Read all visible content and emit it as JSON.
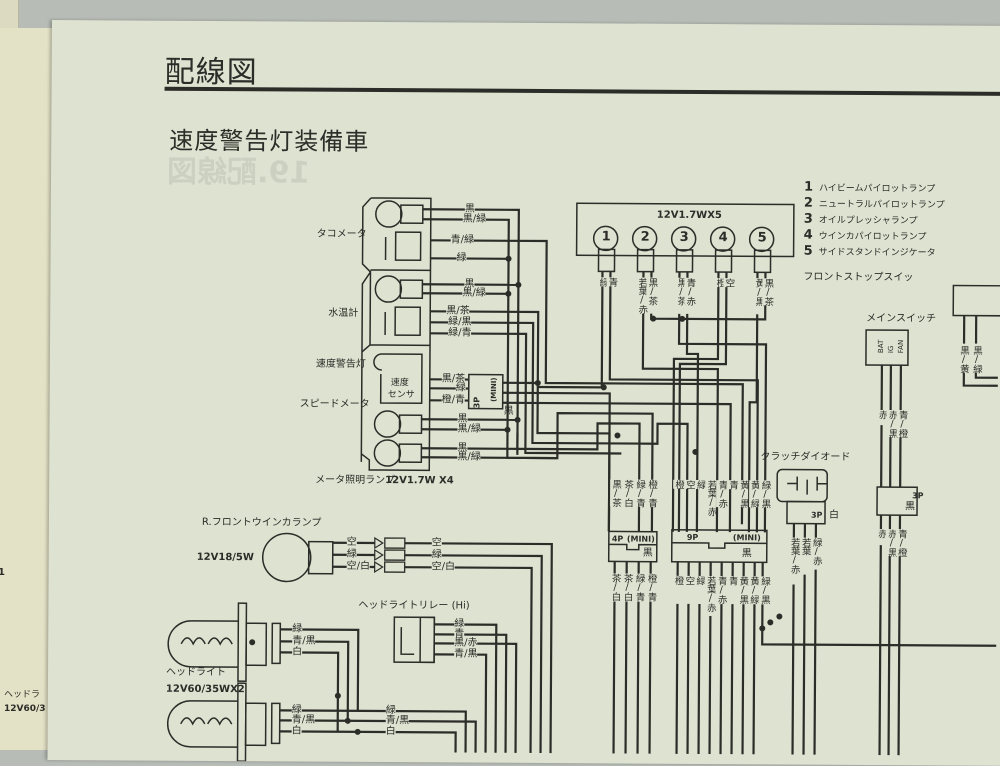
{
  "header": {
    "title": "配線図",
    "subtitle": "速度警告灯装備車",
    "ghost_text": "19.配線図"
  },
  "left_page": {
    "headlight": "ヘッドラ",
    "spec": "12V60/3",
    "fragment": "1"
  },
  "meter_cluster": {
    "tacho": "タコメータ",
    "water_temp": "水温計",
    "speed_warning": "速度警告灯",
    "speedometer": "スピードメータ",
    "sensor_line1": "速度",
    "sensor_line2": "センサ",
    "lamps": "メータ照明ランプ",
    "lamp_spec": "12V1.7W X4",
    "connector_pins": "3P",
    "connector_type": "(MINI)",
    "connector_color": "黒",
    "wires": [
      "黒",
      "黒/緑",
      "青/緑",
      "緑",
      "黒",
      "黒/緑",
      "黒/茶",
      "緑/黒",
      "緑/青",
      "黒/茶",
      "緑",
      "橙/青",
      "黒",
      "黒/緑",
      "黒",
      "黒/緑"
    ]
  },
  "indicators": {
    "spec": "12V1.7WX5",
    "numbers": [
      "1",
      "2",
      "3",
      "4",
      "5"
    ],
    "legend": [
      {
        "num": "1",
        "label": "ハイビームパイロットランプ"
      },
      {
        "num": "2",
        "label": "ニュートラルパイロットランプ"
      },
      {
        "num": "3",
        "label": "オイルプレッシャランプ"
      },
      {
        "num": "4",
        "label": "ウインカパイロットランプ"
      },
      {
        "num": "5",
        "label": "サイドスタンドインジケータ"
      }
    ],
    "wires": [
      "緑",
      "青",
      "若葉/赤",
      "黒/茶",
      "黒/茶",
      "青/赤",
      "橙",
      "空",
      "黄/黒",
      "黒/茶"
    ]
  },
  "front_stop_switch": {
    "label": "フロントストップスイッ",
    "wires": [
      "黒/黄",
      "黒/緑"
    ]
  },
  "main_switch": {
    "label": "メインスイッチ",
    "terminals": [
      "BAT",
      "IG",
      "FAN"
    ],
    "wires_top": [
      "赤",
      "赤/黒",
      "青/橙"
    ],
    "connector_pins": "3P",
    "connector_color": "黒",
    "wires_bottom": [
      "赤",
      "赤/黒",
      "青/橙"
    ]
  },
  "clutch_diode": {
    "label": "クラッチダイオード",
    "connector_pins": "3P",
    "connector_color": "白",
    "wires": [
      "若葉/赤",
      "若葉",
      "緑/赤"
    ]
  },
  "connector_4p": {
    "pins": "4P",
    "type": "(MINI)",
    "color": "黒",
    "wires_top": [
      "黒/茶",
      "茶/白",
      "緑/青",
      "橙/青"
    ],
    "wires_bottom": [
      "茶/白",
      "茶/白",
      "緑/青",
      "橙/青"
    ]
  },
  "connector_9p": {
    "pins": "9P",
    "type": "(MINI)",
    "color": "黒",
    "wires_top": [
      "橙",
      "空",
      "緑",
      "若葉/赤",
      "青/赤",
      "青",
      "黄/黒",
      "黄/緑",
      "緑/黒"
    ],
    "wires_bottom": [
      "橙",
      "空",
      "緑",
      "若葉/赤",
      "青/赤",
      "青",
      "黄/黒",
      "黄/緑",
      "緑/黒"
    ]
  },
  "front_winker": {
    "label": "R.フロントウインカランプ",
    "spec": "12V18/5W",
    "wires_left": [
      "空",
      "緑",
      "空/白"
    ],
    "wires_right": [
      "空",
      "緑",
      "空/白"
    ]
  },
  "headlight_relay": {
    "label": "ヘッドライトリレー (Hi)",
    "wires": [
      "緑",
      "青",
      "黒/赤",
      "青/黒"
    ]
  },
  "headlight": {
    "label": "ヘッドライト",
    "spec": "12V60/35WX2",
    "wires_upper": [
      "緑",
      "青/黒",
      "白"
    ],
    "wires_lower": [
      "緑",
      "青/黒",
      "白"
    ],
    "wires_right": [
      "緑",
      "青/黒",
      "白"
    ]
  },
  "colors": {
    "paper": "#dde2d1",
    "ink": "#2c2c28",
    "background": "#b8bcb6"
  }
}
